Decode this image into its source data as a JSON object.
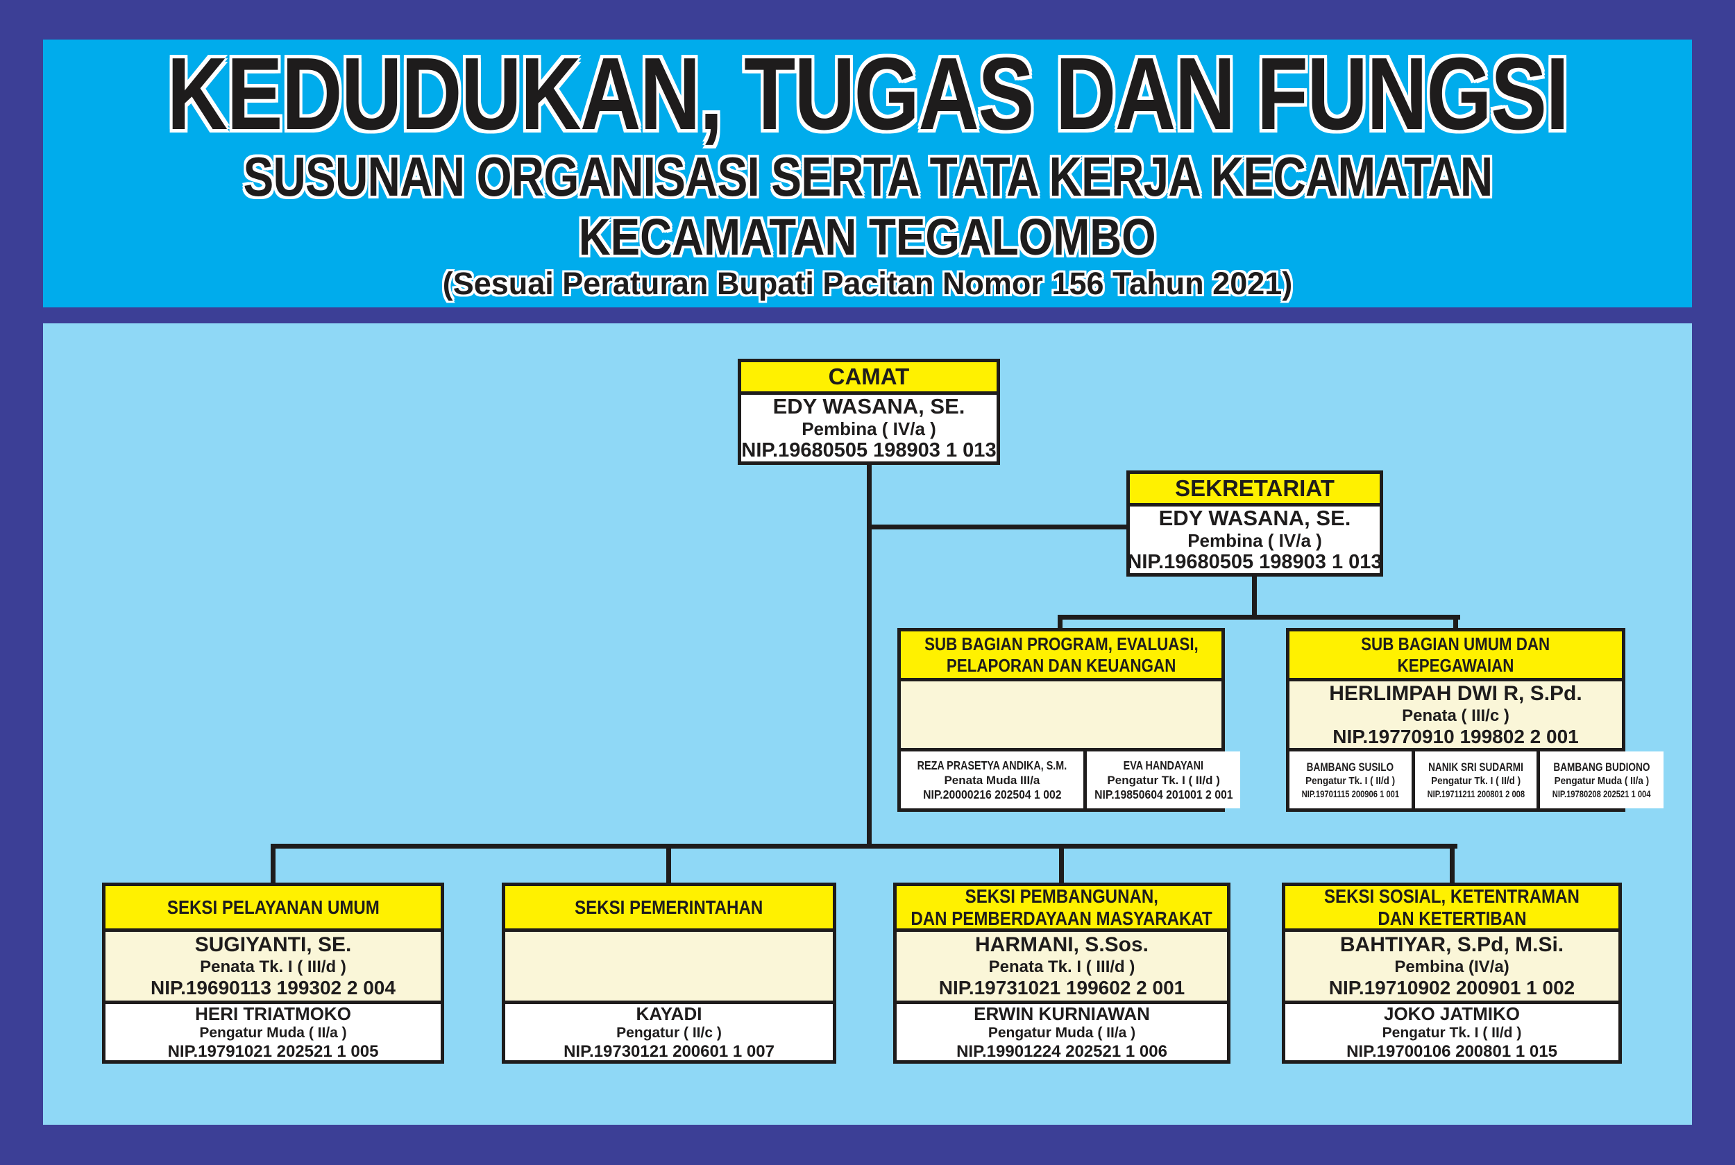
{
  "banner": {
    "title": "KEDUDUKAN, TUGAS DAN FUNGSI",
    "subtitle": "SUSUNAN ORGANISASI SERTA TATA KERJA KECAMATAN",
    "subtitle2": "KECAMATAN TEGALOMBO",
    "note": "(Sesuai Peraturan Bupati Pacitan Nomor 156 Tahun 2021)"
  },
  "colors": {
    "frame": "#3c3f96",
    "banner_bg": "#00acec",
    "chart_bg": "#8fd8f6",
    "box_header_yellow": "#fff100",
    "box_body_cream": "#faf6d8",
    "line_black": "#1e1c1c"
  },
  "nodes": {
    "camat": {
      "title": "CAMAT",
      "name": "EDY WASANA, SE.",
      "rank": "Pembina ( IV/a )",
      "nip": "NIP.19680505 198903 1 013"
    },
    "sekretariat": {
      "title": "SEKRETARIAT",
      "name": "EDY WASANA, SE.",
      "rank": "Pembina ( IV/a )",
      "nip": "NIP.19680505 198903 1 013"
    },
    "sub_program": {
      "title1": "SUB BAGIAN PROGRAM, EVALUASI,",
      "title2": "PELAPORAN DAN KEUANGAN",
      "head": {
        "name": "",
        "rank": "",
        "nip": ""
      },
      "staff": [
        {
          "name": "REZA PRASETYA ANDIKA, S.M.",
          "rank": "Penata Muda III/a",
          "nip": "NIP.20000216 202504 1 002"
        },
        {
          "name": "EVA HANDAYANI",
          "rank": "Pengatur Tk. I ( II/d )",
          "nip": "NIP.19850604 201001 2 001"
        }
      ]
    },
    "sub_umum": {
      "title1": "SUB BAGIAN UMUM DAN",
      "title2": "KEPEGAWAIAN",
      "head": {
        "name": "HERLIMPAH DWI R, S.Pd.",
        "rank": "Penata ( III/c )",
        "nip": "NIP.19770910 199802 2 001"
      },
      "staff": [
        {
          "name": "BAMBANG SUSILO",
          "rank": "Pengatur Tk. I ( II/d )",
          "nip": "NIP.19701115 200906 1 001"
        },
        {
          "name": "NANIK SRI SUDARMI",
          "rank": "Pengatur Tk. I ( II/d )",
          "nip": "NIP.19711211 200801 2 008"
        },
        {
          "name": "BAMBANG BUDIONO",
          "rank": "Pengatur Muda ( II/a )",
          "nip": "NIP.19780208 202521 1 004"
        }
      ]
    },
    "seksi": [
      {
        "title1": "SEKSI PELAYANAN UMUM",
        "title2": "",
        "head": {
          "name": "SUGIYANTI, SE.",
          "rank": "Penata Tk. I ( III/d )",
          "nip": "NIP.19690113 199302 2 004"
        },
        "staff": {
          "name": "HERI TRIATMOKO",
          "rank": "Pengatur Muda ( II/a )",
          "nip": "NIP.19791021 202521 1 005"
        }
      },
      {
        "title1": "SEKSI PEMERINTAHAN",
        "title2": "",
        "head": {
          "name": "",
          "rank": "",
          "nip": ""
        },
        "staff": {
          "name": "KAYADI",
          "rank": "Pengatur ( II/c )",
          "nip": "NIP.19730121 200601 1 007"
        }
      },
      {
        "title1": "SEKSI PEMBANGUNAN,",
        "title2": "DAN PEMBERDAYAAN MASYARAKAT",
        "head": {
          "name": "HARMANI, S.Sos.",
          "rank": "Penata Tk. I ( III/d )",
          "nip": "NIP.19731021 199602 2 001"
        },
        "staff": {
          "name": "ERWIN KURNIAWAN",
          "rank": "Pengatur Muda ( II/a )",
          "nip": "NIP.19901224 202521 1 006"
        }
      },
      {
        "title1": "SEKSI SOSIAL, KETENTRAMAN",
        "title2": "DAN KETERTIBAN",
        "head": {
          "name": "BAHTIYAR, S.Pd, M.Si.",
          "rank": "Pembina (IV/a)",
          "nip": "NIP.19710902 200901 1 002"
        },
        "staff": {
          "name": "JOKO JATMIKO",
          "rank": "Pengatur Tk. I ( II/d )",
          "nip": "NIP.19700106 200801 1 015"
        }
      }
    ]
  }
}
